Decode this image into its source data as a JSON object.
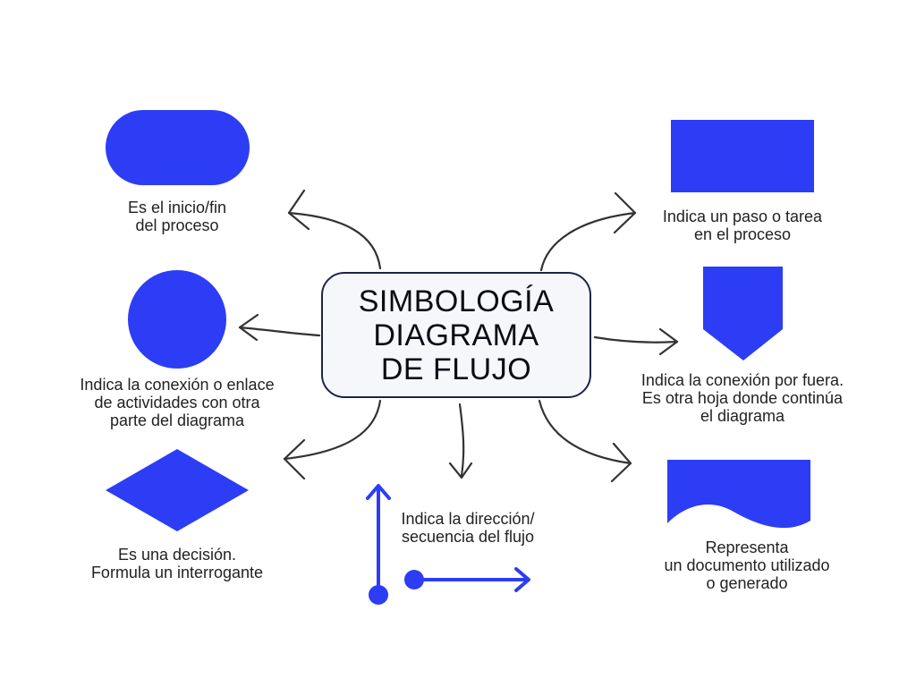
{
  "title": [
    "SIMBOLOGÍA",
    "DIAGRAMA",
    "DE FLUJO"
  ],
  "colors": {
    "symbol": "#2c3df5",
    "arrow": "#333333",
    "box_border": "#1e2444"
  },
  "symbols": {
    "terminal": {
      "shape": "rounded-rectangle",
      "lines": [
        "Es el inicio/fin",
        "del proceso"
      ]
    },
    "connector": {
      "shape": "circle",
      "lines": [
        "Indica la conexión o enlace",
        "de actividades con otra",
        "parte del diagrama"
      ]
    },
    "decision": {
      "shape": "diamond",
      "lines": [
        "Es una decisión.",
        "Formula un interrogante"
      ]
    },
    "flow": {
      "shape": "arrows",
      "lines": [
        "Indica la dirección/",
        "secuencia del flujo"
      ]
    },
    "process": {
      "shape": "rectangle",
      "lines": [
        "Indica un paso o tarea",
        "en el proceso"
      ]
    },
    "offpage": {
      "shape": "pentagon",
      "lines": [
        "Indica la conexión por fuera.",
        "Es otra hoja donde continúa",
        "el diagrama"
      ]
    },
    "document": {
      "shape": "wavy-rectangle",
      "lines": [
        "Representa",
        "un documento utilizado",
        "o generado"
      ]
    }
  }
}
